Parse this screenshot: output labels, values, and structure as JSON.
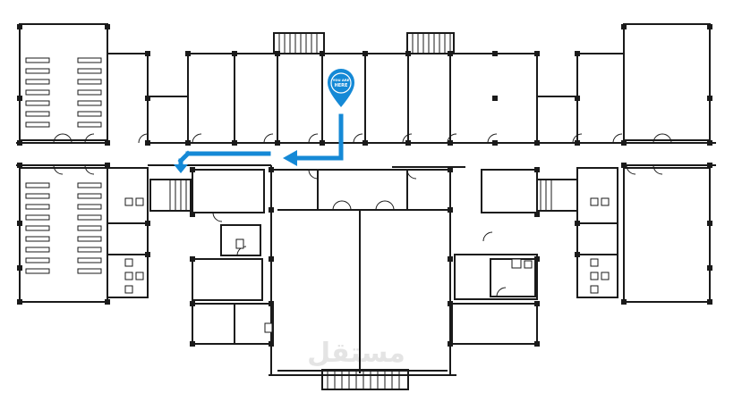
{
  "marker": {
    "line1": "YOU ARE",
    "line2": "HERE",
    "color": "#1589d6"
  },
  "route": {
    "color": "#1589d6"
  },
  "watermark": {
    "text": "مستقل",
    "color": "#e4e4e4"
  },
  "colors": {
    "wall": "#1a1a1a",
    "background": "#ffffff"
  }
}
